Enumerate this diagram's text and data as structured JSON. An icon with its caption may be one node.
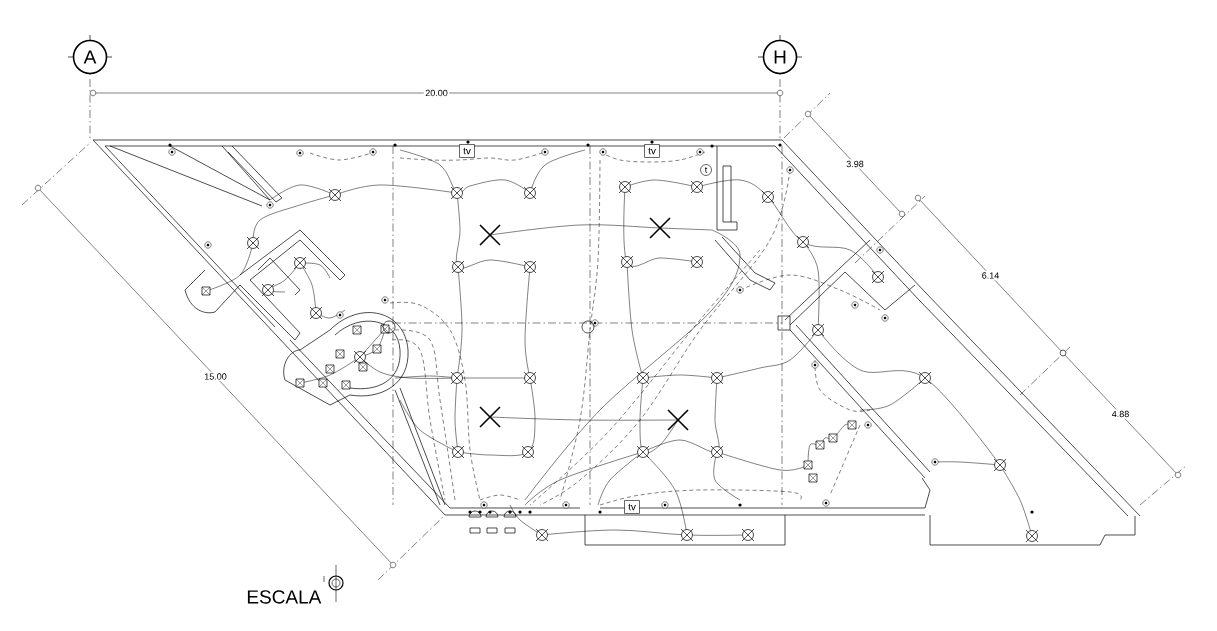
{
  "diagram": {
    "nodes": [
      {
        "text": [
          "A"
        ]
      },
      {
        "text": [
          "H"
        ]
      },
      {
        "text": [
          "tv"
        ]
      },
      {
        "text": [
          "tv"
        ]
      },
      {
        "text": [
          "tv"
        ]
      },
      {
        "text": [
          "t"
        ]
      }
    ],
    "labels": [
      "20.00",
      "3.98",
      "6.14",
      "4.88",
      "15.00",
      "ESCALA"
    ]
  }
}
